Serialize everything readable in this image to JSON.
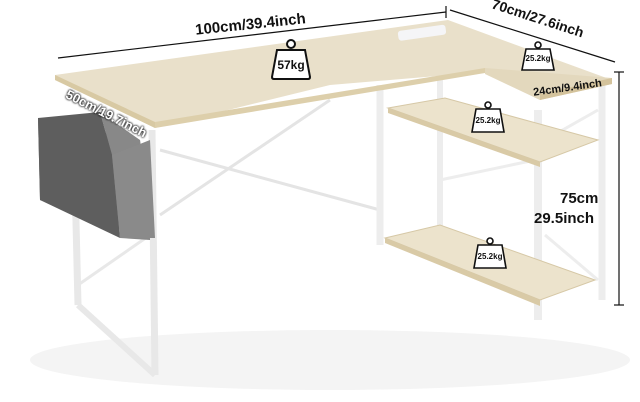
{
  "product": {
    "type": "L-shaped desk with storage shelves and side bag",
    "colors": {
      "desktop": "#e6dcc6",
      "desktop_edge": "#d8c9a6",
      "frame": "#f1f1f1",
      "frame_shadow": "#c9c9c9",
      "bag": "#707070",
      "bag_dark": "#555555",
      "background": "#ffffff"
    }
  },
  "dimensions": {
    "width_main": "100cm/39.4inch",
    "width_side": "70cm/27.6inch",
    "depth": "50cm/19.7inch",
    "shelf_depth": "24cm/9.4inch",
    "height_cm": "75cm",
    "height_inch": "29.5inch"
  },
  "load_capacity": {
    "desktop": "57kg",
    "side_top": "25.2kg",
    "middle_shelf": "25.2kg",
    "bottom_shelf": "25.2kg"
  }
}
